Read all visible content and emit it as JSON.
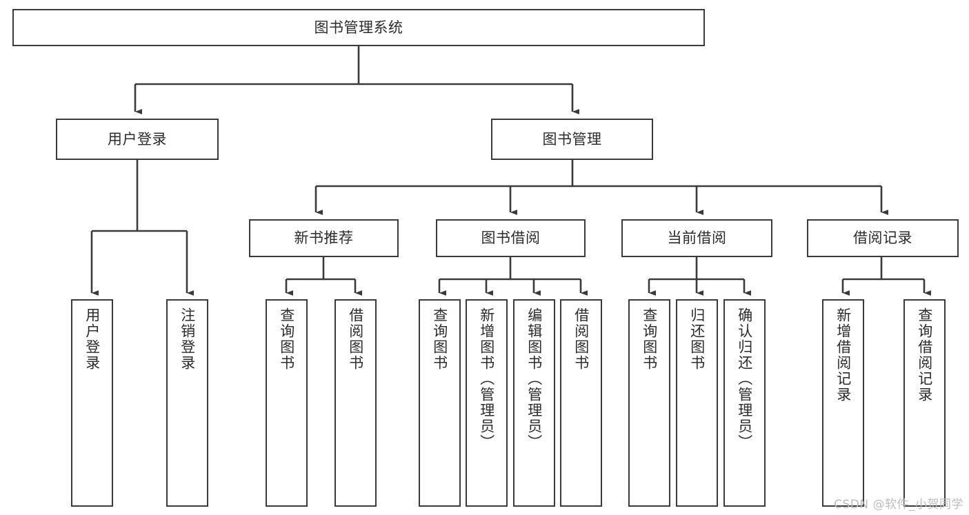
{
  "diagram": {
    "title": "图书管理系统",
    "type": "hierarchy-tree",
    "watermark": "CSDN @软件_小贺同学",
    "colors": {
      "stroke": "#3a3a3a",
      "text": "#2b2b2b",
      "background": "#ffffff",
      "watermark": "#bcbcbc"
    },
    "nodes": {
      "root": {
        "label": "图书管理系统",
        "level": 1,
        "orientation": "horizontal"
      },
      "l2": [
        {
          "id": "user-login",
          "label": "用户登录",
          "level": 2,
          "orientation": "horizontal"
        },
        {
          "id": "book-manage",
          "label": "图书管理",
          "level": 2,
          "orientation": "horizontal"
        }
      ],
      "l3": [
        {
          "id": "new-book-recommend",
          "label": "新书推荐",
          "level": 3,
          "orientation": "horizontal"
        },
        {
          "id": "book-borrow",
          "label": "图书借阅",
          "level": 3,
          "orientation": "horizontal"
        },
        {
          "id": "current-borrow",
          "label": "当前借阅",
          "level": 3,
          "orientation": "horizontal"
        },
        {
          "id": "borrow-record",
          "label": "借阅记录",
          "level": 3,
          "orientation": "horizontal"
        }
      ],
      "leaves": [
        {
          "id": "leaf-user-login",
          "label": "用户登录",
          "parent": "user-login",
          "orientation": "vertical"
        },
        {
          "id": "leaf-user-logout",
          "label": "注销登录",
          "parent": "user-login",
          "orientation": "vertical"
        },
        {
          "id": "leaf-query-book-1",
          "label": "查询图书",
          "parent": "new-book-recommend",
          "orientation": "vertical"
        },
        {
          "id": "leaf-borrow-book-1",
          "label": "借阅图书",
          "parent": "new-book-recommend",
          "orientation": "vertical"
        },
        {
          "id": "leaf-query-book-2",
          "label": "查询图书",
          "parent": "book-borrow",
          "orientation": "vertical"
        },
        {
          "id": "leaf-add-book",
          "label": "新增图书（管理员）",
          "parent": "book-borrow",
          "orientation": "vertical"
        },
        {
          "id": "leaf-edit-book",
          "label": "编辑图书（管理员）",
          "parent": "book-borrow",
          "orientation": "vertical"
        },
        {
          "id": "leaf-borrow-book-2",
          "label": "借阅图书",
          "parent": "book-borrow",
          "orientation": "vertical"
        },
        {
          "id": "leaf-query-book-3",
          "label": "查询图书",
          "parent": "current-borrow",
          "orientation": "vertical"
        },
        {
          "id": "leaf-return-book",
          "label": "归还图书",
          "parent": "current-borrow",
          "orientation": "vertical"
        },
        {
          "id": "leaf-confirm-return",
          "label": "确认归还（管理员）",
          "parent": "current-borrow",
          "orientation": "vertical"
        },
        {
          "id": "leaf-add-record",
          "label": "新增借阅记录",
          "parent": "borrow-record",
          "orientation": "vertical"
        },
        {
          "id": "leaf-query-record",
          "label": "查询借阅记录",
          "parent": "borrow-record",
          "orientation": "vertical"
        }
      ]
    }
  }
}
